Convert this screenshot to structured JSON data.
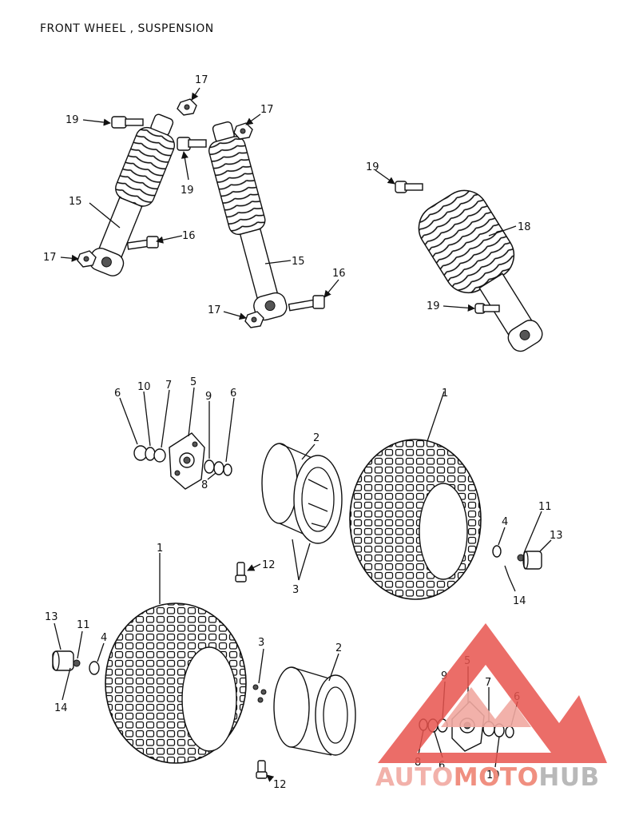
{
  "title": "FRONT WHEEL , SUSPENSION",
  "watermark": {
    "a": "AUTO",
    "m": "MOTO",
    "h": "HUB"
  },
  "callouts": {
    "c17a": "17",
    "c19a": "19",
    "c17b": "17",
    "c19b": "19",
    "c15a": "15",
    "c16a": "16",
    "c17c": "17",
    "c15b": "15",
    "c16b": "16",
    "c17d": "17",
    "c19c": "19",
    "c18": "18",
    "c19d": "19",
    "h6a": "6",
    "h10a": "10",
    "h7a": "7",
    "h5a": "5",
    "h9a": "9",
    "h6b": "6",
    "h8a": "8",
    "r2a": "2",
    "r3a": "3",
    "w1a": "1",
    "p4a": "4",
    "p11a": "11",
    "p13a": "13",
    "p14a": "14",
    "p12a": "12",
    "w1b": "1",
    "p13b": "13",
    "p11b": "11",
    "p4b": "4",
    "p14b": "14",
    "r3b": "3",
    "r2b": "2",
    "h5b": "5",
    "h9b": "9",
    "h7b": "7",
    "h6c": "6",
    "h8b": "8",
    "h6d": "6",
    "h10b": "10",
    "p12b": "12"
  }
}
